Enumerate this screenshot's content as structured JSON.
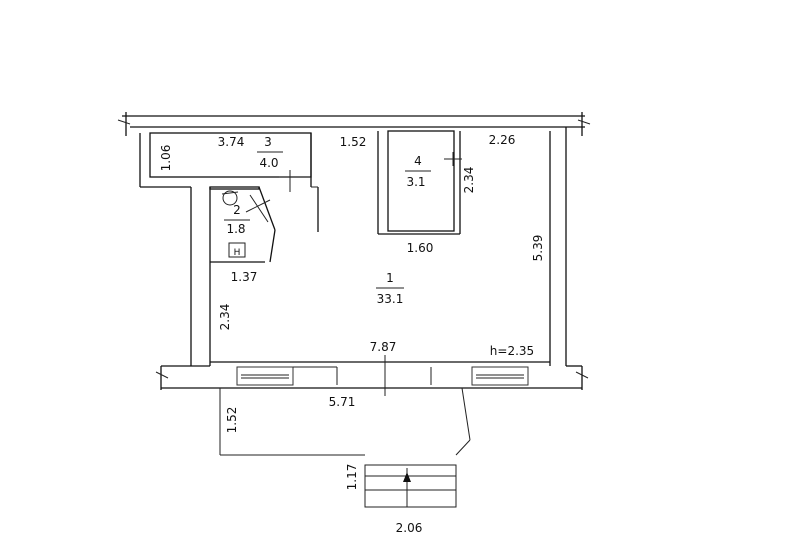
{
  "rooms": [
    {
      "number": "1",
      "area": "33.1"
    },
    {
      "number": "2",
      "area": "1.8"
    },
    {
      "number": "3",
      "area": "4.0"
    },
    {
      "number": "4",
      "area": "3.1"
    }
  ],
  "dimensions": {
    "storage_height": "1.06",
    "storage_width": "3.74",
    "corridor_width": "1.52",
    "closet_height": "2.34",
    "closet_width": "1.60",
    "right_top_width": "2.26",
    "right_height": "5.39",
    "bath_width": "1.37",
    "left_height": "2.34",
    "main_width": "7.87",
    "front_width": "5.71",
    "porch_depth": "1.52",
    "steps_depth": "1.17",
    "steps_width": "2.06"
  },
  "ceiling_height": "h=2.35",
  "toilet_mark": "H"
}
